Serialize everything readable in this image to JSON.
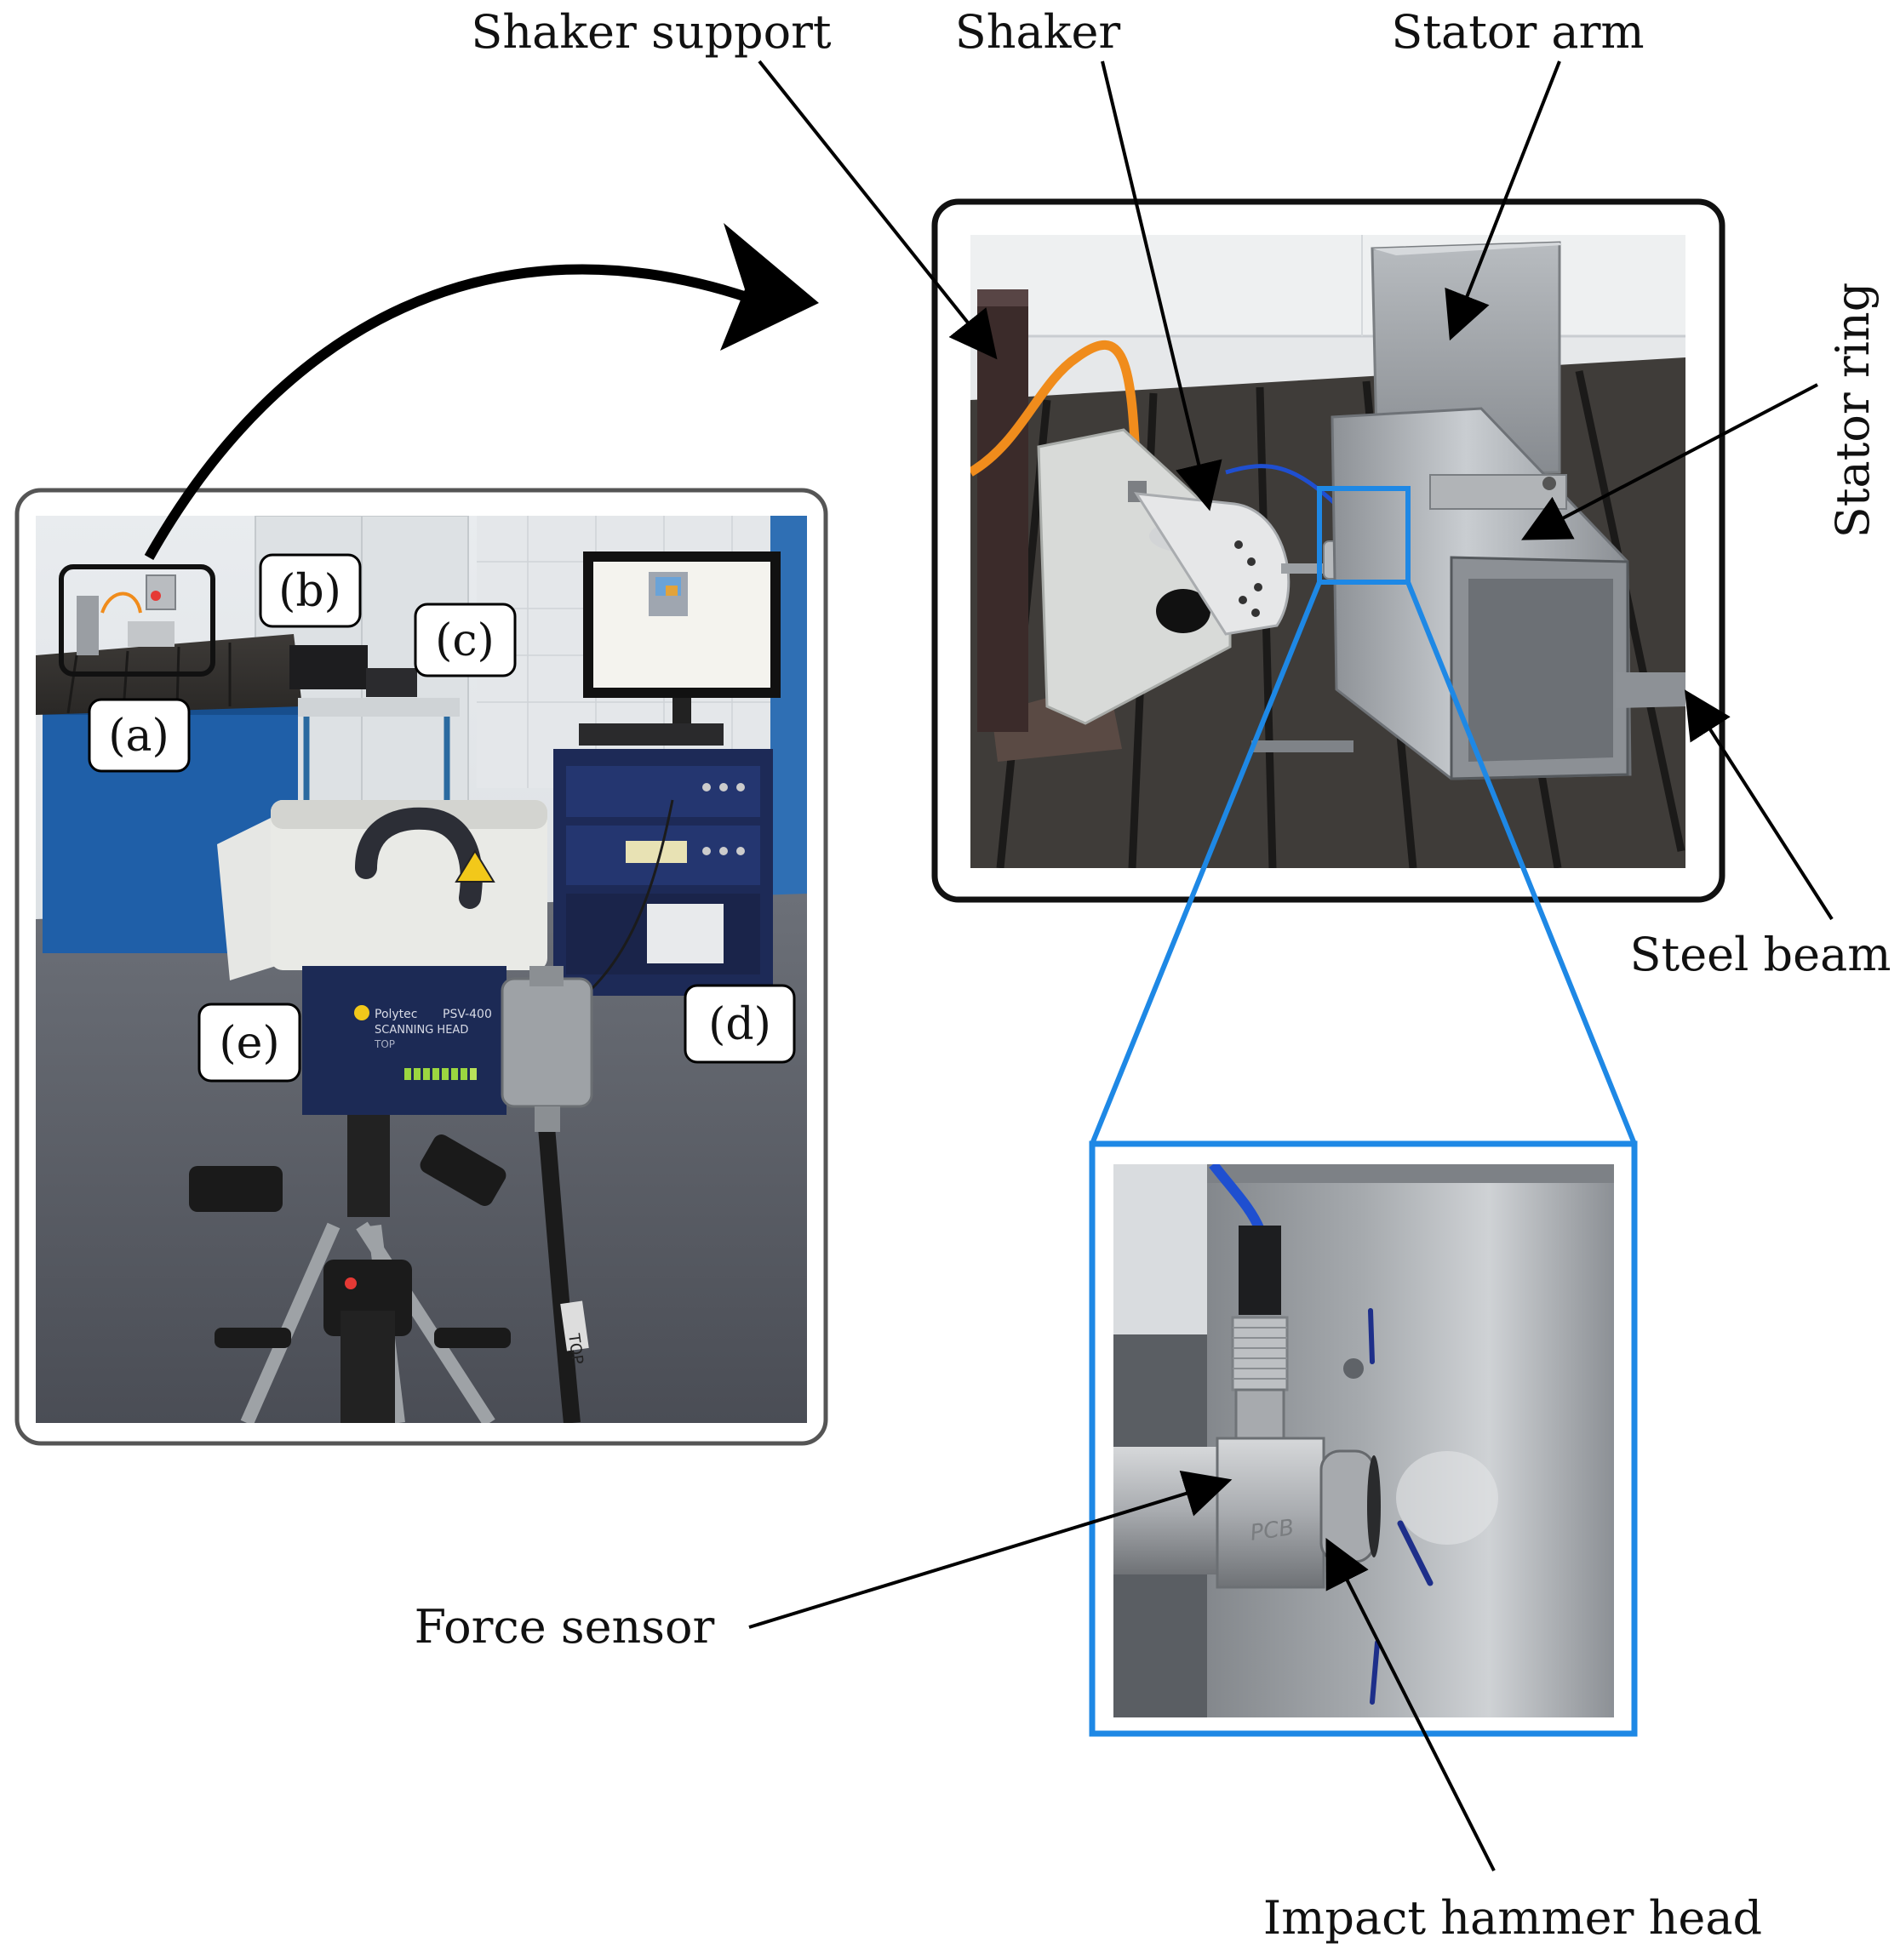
{
  "labels": {
    "shaker_support": "Shaker support",
    "shaker": "Shaker",
    "stator_arm": "Stator arm",
    "stator_ring": "Stator ring",
    "steel_beam": "Steel beam",
    "force_sensor": "Force sensor",
    "impact_hammer_head": "Impact hammer head"
  },
  "tags": {
    "a": "(a)",
    "b": "(b)",
    "c": "(c)",
    "d": "(d)",
    "e": "(e)"
  },
  "product_text": {
    "brand": "Polytec",
    "model": "PSV-400",
    "device": "SCANNING HEAD",
    "side": "TOP",
    "cable_tag": "TOP",
    "sensor_brand": "PCB"
  },
  "colors": {
    "zoom_blue": "#1e88e5",
    "frame_dark": "#111111",
    "frame_gray": "#555555",
    "cabinet_blue": "#1f5fa8",
    "scanner_navy": "#1c2a55",
    "laser_red": "#e53935",
    "cable_orange": "#f08c1c",
    "cable_blue": "#1f4fd0"
  }
}
